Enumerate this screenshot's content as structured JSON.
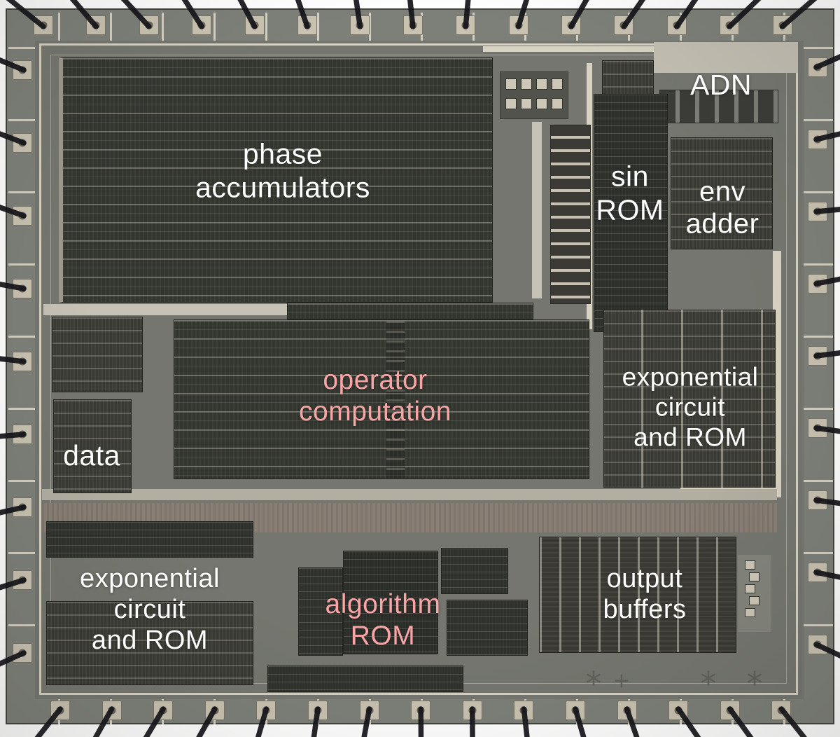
{
  "annotations": [
    {
      "id": "phase-accumulators",
      "text": "phase\naccumulators",
      "color_key": "label_white"
    },
    {
      "id": "adn",
      "text": "ADN",
      "color_key": "label_white"
    },
    {
      "id": "sin-rom",
      "text": "sin\nROM",
      "color_key": "label_white"
    },
    {
      "id": "env-adder",
      "text": "env\nadder",
      "color_key": "label_white"
    },
    {
      "id": "operator-computation",
      "text": "operator\ncomputation",
      "color_key": "label_pink"
    },
    {
      "id": "exponential-circuit-rom-right",
      "text": "exponential\ncircuit\nand ROM",
      "color_key": "label_white"
    },
    {
      "id": "data",
      "text": "data",
      "color_key": "label_white"
    },
    {
      "id": "exponential-circuit-rom-bottom-left",
      "text": "exponential\ncircuit\nand ROM",
      "color_key": "label_white"
    },
    {
      "id": "algorithm-rom",
      "text": "algorithm\nROM",
      "color_key": "label_pink"
    },
    {
      "id": "output-buffers",
      "text": "output\nbuffers",
      "color_key": "label_white"
    }
  ],
  "alignment_marks": [
    {
      "name": "starburst-mark",
      "glyph": "*"
    },
    {
      "name": "cross-mark",
      "glyph": "+"
    },
    {
      "name": "starburst-mark",
      "glyph": "*"
    },
    {
      "name": "starburst-mark",
      "glyph": "*"
    }
  ],
  "colors": {
    "label_white": "#ffffff",
    "label_pink": "#f8a5a5",
    "die_field": "#74766f",
    "pad_ring": "#7d7f79",
    "block_dark": "#343732",
    "bus_cream": "#d8d2c3",
    "bond_wire": "#15151a",
    "corridor_brown": "#897f75"
  }
}
